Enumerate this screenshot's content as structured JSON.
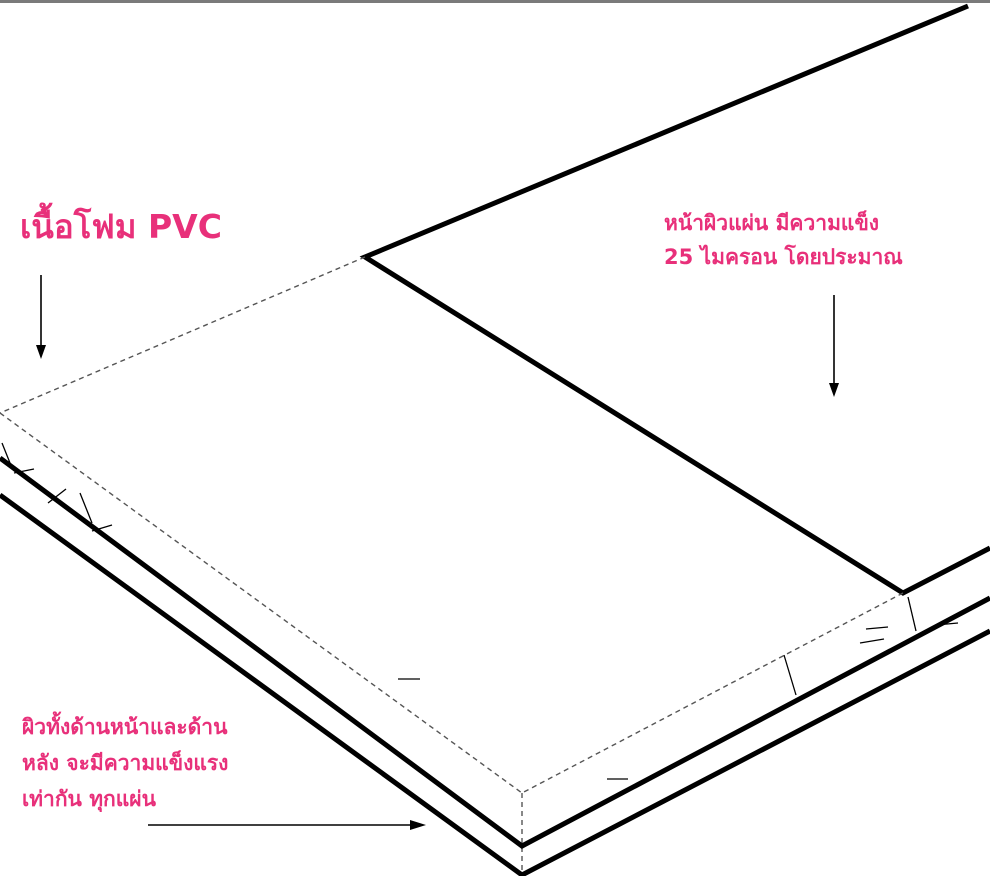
{
  "labels": {
    "foam": "เนื้อโฟม  PVC",
    "top_surface": [
      "หน้าผิวแผ่น มีความแข็ง",
      "25 ไมครอน โดยประมาณ"
    ],
    "both_sides": [
      "ผิวทั้งด้านหน้าและด้าน",
      "หลัง จะมีความแข็งแรง",
      "เท่ากัน ทุกแผ่น"
    ]
  },
  "colors": {
    "label": "#e8307a",
    "line": "#000000"
  },
  "icons": {
    "arrow": "arrow-icon"
  }
}
